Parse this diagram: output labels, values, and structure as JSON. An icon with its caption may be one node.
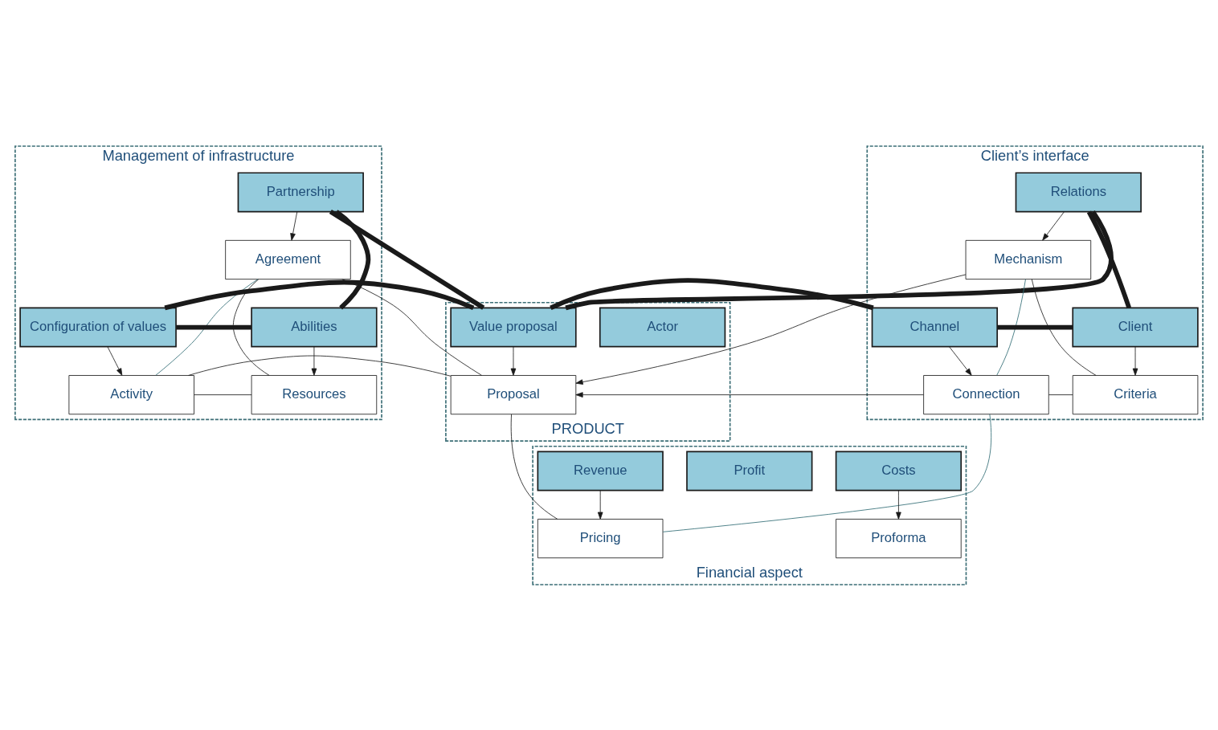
{
  "diagram": {
    "nodes": [
      {
        "text": [
          "Management of infrastructure"
        ]
      },
      {
        "text": [
          "Partnership"
        ],
        "in": 0
      },
      {
        "text": [
          "Agreement"
        ],
        "in": 0
      },
      {
        "text": [
          "Abilities"
        ],
        "in": 0
      },
      {
        "text": [
          "Configuration of values"
        ],
        "in": 0
      },
      {
        "text": [
          "Resources"
        ],
        "in": 0
      },
      {
        "text": [
          "Activity"
        ],
        "in": 0
      },
      {
        "text": [
          "PRODUCT"
        ]
      },
      {
        "text": [
          "Actor"
        ],
        "in": 7
      },
      {
        "text": [
          "Value proposal"
        ],
        "in": 7
      },
      {
        "text": [
          "Proposal"
        ],
        "in": 7
      },
      {
        "text": [
          "Client’s interface"
        ]
      },
      {
        "text": [
          "Relations"
        ],
        "in": 11
      },
      {
        "text": [
          "Mechanism"
        ],
        "in": 11
      },
      {
        "text": [
          "Channel"
        ],
        "in": 11
      },
      {
        "text": [
          "Client"
        ],
        "in": 11
      },
      {
        "text": [
          "Connection"
        ],
        "in": 11
      },
      {
        "text": [
          "Criteria"
        ],
        "in": 11
      },
      {
        "text": [
          "Financial aspect"
        ]
      },
      {
        "text": [
          "Costs"
        ],
        "in": 18
      },
      {
        "text": [
          "Proforma"
        ],
        "in": 18
      },
      {
        "text": [
          "Profit"
        ],
        "in": 18
      },
      {
        "text": [
          "Revenue"
        ],
        "in": 18
      },
      {
        "text": [
          "Pricing"
        ],
        "in": 18
      }
    ],
    "edges": [
      {
        "from": 1,
        "to": 2,
        "arrow": "to"
      },
      {
        "from": 3,
        "to": 5,
        "arrow": "to"
      },
      {
        "from": 4,
        "to": 6,
        "arrow": "to"
      },
      {
        "from": 9,
        "to": 10,
        "arrow": "to"
      },
      {
        "from": 12,
        "to": 13,
        "arrow": "to"
      },
      {
        "from": 14,
        "to": 16,
        "arrow": "to"
      },
      {
        "from": 15,
        "to": 17,
        "arrow": "to"
      },
      {
        "from": 19,
        "to": 20,
        "arrow": "to"
      },
      {
        "from": 22,
        "to": 23,
        "arrow": "to"
      },
      {
        "from": 16,
        "to": 10,
        "arrow": "to"
      },
      {
        "from": 13,
        "to": 10,
        "arrow": "to"
      },
      {
        "from": 3,
        "to": 4,
        "arrow": "none",
        "style": "thick"
      },
      {
        "from": 4,
        "to": 9,
        "arrow": "none",
        "style": "thick"
      },
      {
        "from": 9,
        "to": 14,
        "arrow": "none",
        "style": "thick"
      },
      {
        "from": 14,
        "to": 15,
        "arrow": "none",
        "style": "thick"
      },
      {
        "from": 3,
        "to": 1,
        "arrow": "none",
        "style": "thick"
      },
      {
        "from": 1,
        "to": 9,
        "arrow": "none",
        "style": "thick"
      },
      {
        "from": 9,
        "to": 12,
        "arrow": "none",
        "style": "thick"
      },
      {
        "from": 12,
        "to": 15,
        "arrow": "none",
        "style": "thick"
      },
      {
        "from": 5,
        "to": 6,
        "arrow": "none"
      },
      {
        "from": 6,
        "to": 10,
        "arrow": "none"
      },
      {
        "from": 16,
        "to": 17,
        "arrow": "none"
      },
      {
        "from": 5,
        "to": 2,
        "arrow": "none"
      },
      {
        "from": 2,
        "to": 6,
        "arrow": "none",
        "color": "#2f6b73"
      },
      {
        "from": 2,
        "to": 10,
        "arrow": "none"
      },
      {
        "from": 13,
        "to": 16,
        "arrow": "none",
        "color": "#2f6b73"
      },
      {
        "from": 13,
        "to": 17,
        "arrow": "none"
      },
      {
        "from": 16,
        "to": 23,
        "arrow": "none",
        "color": "#2f6b73"
      },
      {
        "from": 10,
        "to": 23,
        "arrow": "none"
      }
    ]
  }
}
